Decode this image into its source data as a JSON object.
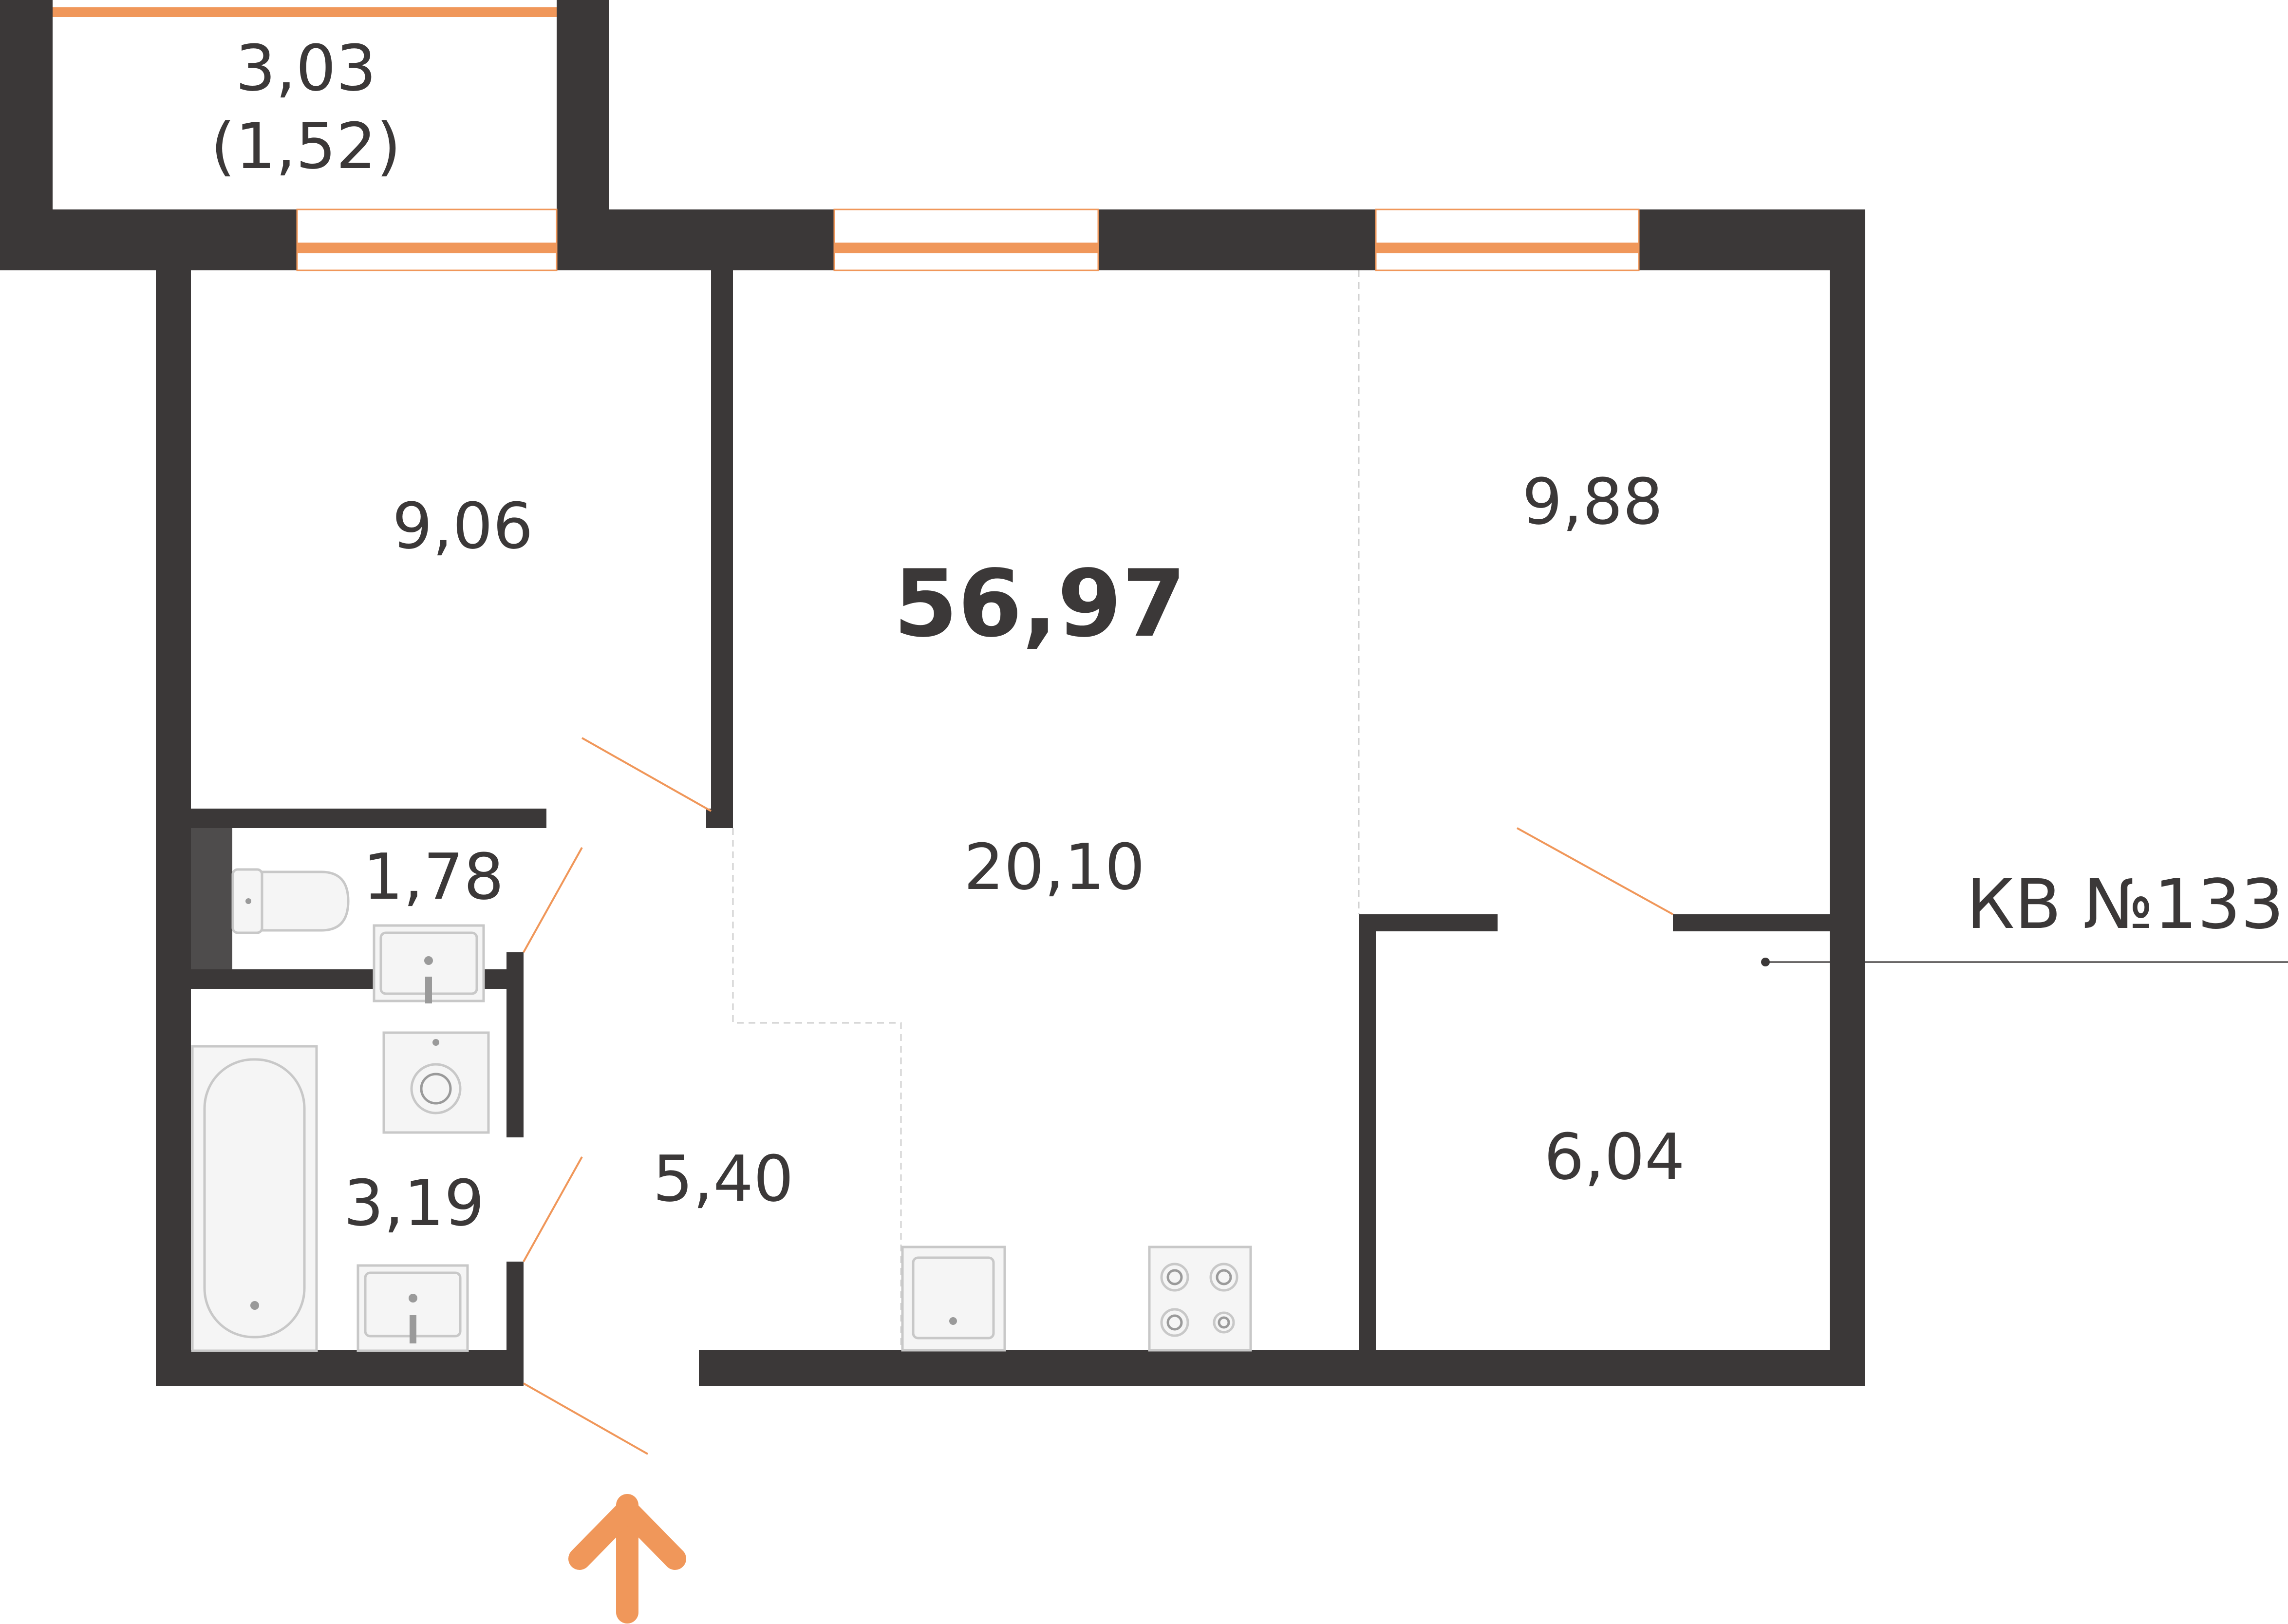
{
  "total_area": "56,97",
  "apartment_number": "КВ №133",
  "rooms": {
    "balcony": {
      "area": "3,03",
      "reduced_area": "(1,52)"
    },
    "bedroom_left": {
      "area": "9,06"
    },
    "kitchen_living": {
      "area": "20,10"
    },
    "bedroom_right": {
      "area": "9,88"
    },
    "toilet": {
      "area": "1,78"
    },
    "bathroom": {
      "area": "3,19"
    },
    "hallway": {
      "area": "5,40"
    },
    "storage": {
      "area": "6,04"
    }
  },
  "colors": {
    "wall": "#3b3838",
    "accent": "#f0975a"
  },
  "icons": [
    "entrance-arrow-icon",
    "toilet-icon",
    "sink-icon",
    "washing-machine-icon",
    "bathtub-icon",
    "stove-icon",
    "kitchen-sink-icon"
  ]
}
